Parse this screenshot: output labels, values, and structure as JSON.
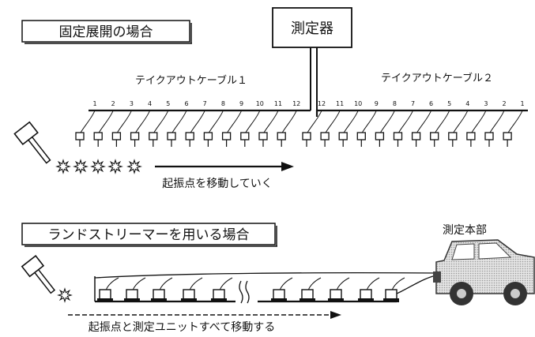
{
  "scenarios": [
    {
      "title": "固定展開の場合",
      "instrument_label": "測定器",
      "cable_1_label": "テイクアウトケーブル１",
      "cable_2_label": "テイクアウトケーブル２",
      "cable_1_channels": [
        "1",
        "2",
        "3",
        "4",
        "5",
        "6",
        "7",
        "8",
        "9",
        "10",
        "11",
        "12"
      ],
      "cable_2_channels": [
        "12",
        "11",
        "10",
        "9",
        "8",
        "7",
        "6",
        "5",
        "4",
        "3",
        "2",
        "1"
      ],
      "arrow_caption": "起振点を移動していく"
    },
    {
      "title": "ランドストリーマーを用いる場合",
      "vehicle_label": "測定本部",
      "arrow_caption": "起振点と測定ユニットすべて移動する"
    }
  ]
}
